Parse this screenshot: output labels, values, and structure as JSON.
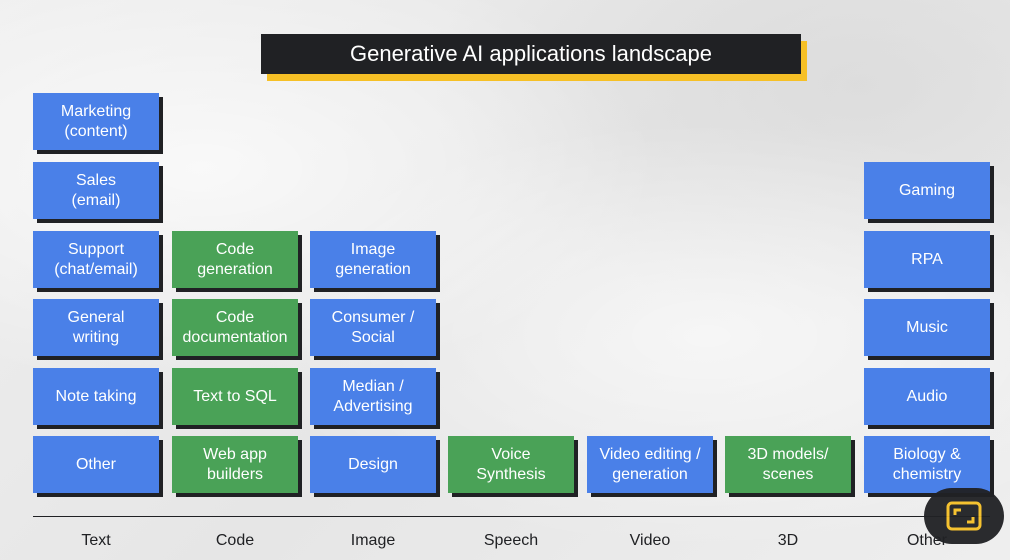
{
  "title": "Generative AI applications landscape",
  "colors": {
    "blue": "#4a80e8",
    "green": "#4aa257",
    "title_bg": "#202124",
    "title_accent": "#f6c026"
  },
  "categories": [
    "Text",
    "Code",
    "Image",
    "Speech",
    "Video",
    "3D",
    "Other"
  ],
  "columns": {
    "text": [
      "Marketing\n(content)",
      "Sales\n(email)",
      "Support\n(chat/email)",
      "General\nwriting",
      "Note taking",
      "Other"
    ],
    "code": [
      "Code\ngeneration",
      "Code\ndocumentation",
      "Text to SQL",
      "Web app\nbuilders"
    ],
    "image": [
      "Image\ngeneration",
      "Consumer /\nSocial",
      "Median /\nAdvertising",
      "Design"
    ],
    "speech": [
      "Voice\nSynthesis"
    ],
    "video": [
      "Video editing /\ngeneration"
    ],
    "threed": [
      "3D models/\nscenes"
    ],
    "other": [
      "Gaming",
      "RPA",
      "Music",
      "Audio",
      "Biology &\nchemistry"
    ]
  },
  "fullscreen_icon": "fullscreen-icon"
}
